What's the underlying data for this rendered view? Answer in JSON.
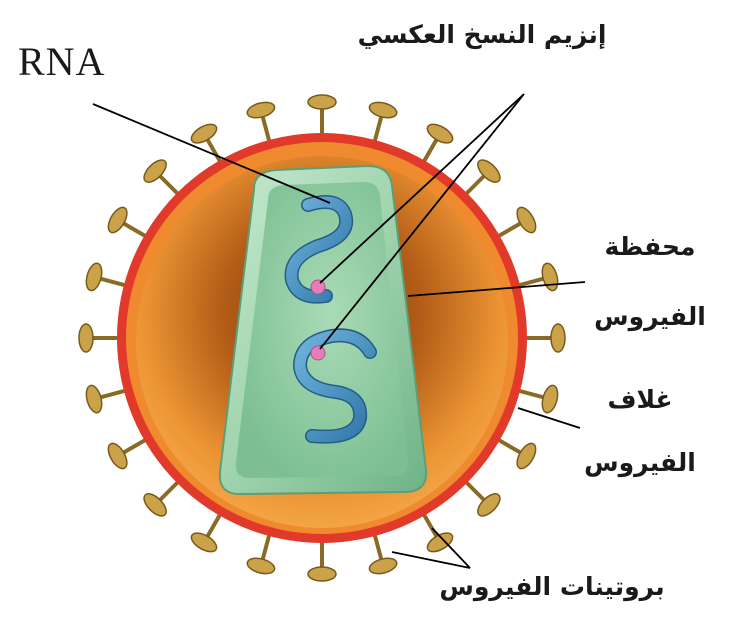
{
  "labels": {
    "rna": "RNA",
    "reverse_transcriptase": "إنزيم النسخ العكسي",
    "capsid_line1": "محفظة",
    "capsid_line2": "الفيروس",
    "envelope_line1": "غلاف",
    "envelope_line2": "الفيروس",
    "proteins": "بروتينات الفيروس"
  },
  "colors": {
    "envelope_red": "#e23a2a",
    "interior_orange": "#e98a2c",
    "capsid_green": "#9fd3ad",
    "rna_blue": "#3f8fc0",
    "enzyme_pink": "#e27fb8",
    "spike_gold": "#c9a24a"
  }
}
